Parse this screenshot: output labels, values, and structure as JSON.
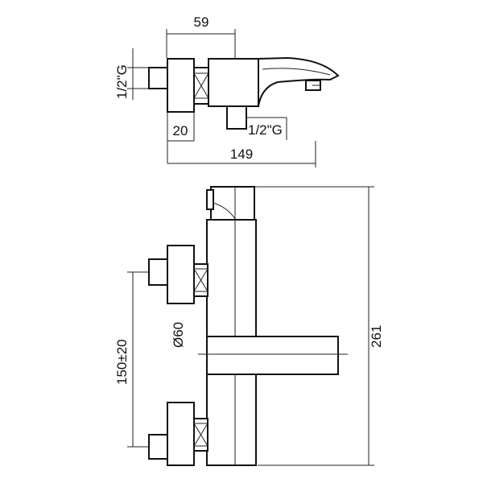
{
  "dimensions": {
    "top_width": "59",
    "inlet_thread_left": "1/2\"G",
    "inlet_thread_bottom": "1/2\"G",
    "connector_length": "20",
    "overall_length": "149",
    "overall_height": "261",
    "centers_distance": "150±20",
    "diameter": "Ø60"
  }
}
